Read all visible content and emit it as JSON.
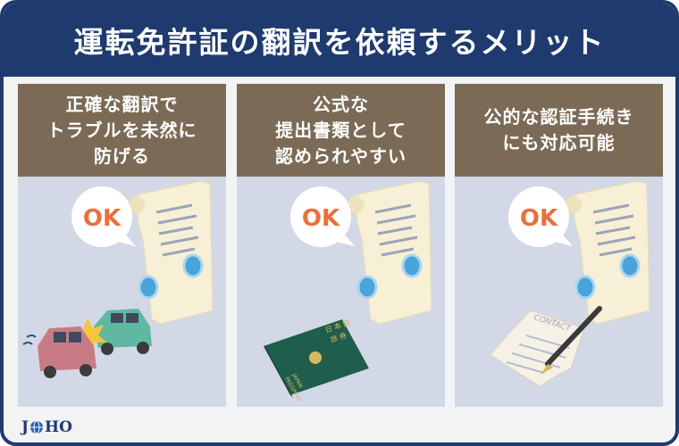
{
  "header": {
    "title": "運転免許証の翻訳を依頼するメリット"
  },
  "cards": [
    {
      "lines": [
        "正確な翻訳で",
        "トラブルを未然に",
        "防げる"
      ],
      "ok_label": "OK"
    },
    {
      "lines": [
        "公式な",
        "提出書類として",
        "認められやすい"
      ],
      "ok_label": "OK",
      "passport_text": [
        "日 本 国",
        "旅 券",
        "JAPAN",
        "PASSPORT"
      ]
    },
    {
      "lines": [
        "公的な認証手続き",
        "にも対応可能"
      ],
      "ok_label": "OK",
      "contract_label": "CONTACT"
    }
  ],
  "logo": {
    "prefix": "J",
    "suffix": "HO"
  },
  "colors": {
    "navy": "#1e3a6e",
    "card_head": "#7b6a55",
    "card_bg": "#d3d8e6",
    "ok_orange": "#e8703a",
    "passport_green": "#1f5e4c",
    "seal_blue": "#4aa3d9"
  }
}
